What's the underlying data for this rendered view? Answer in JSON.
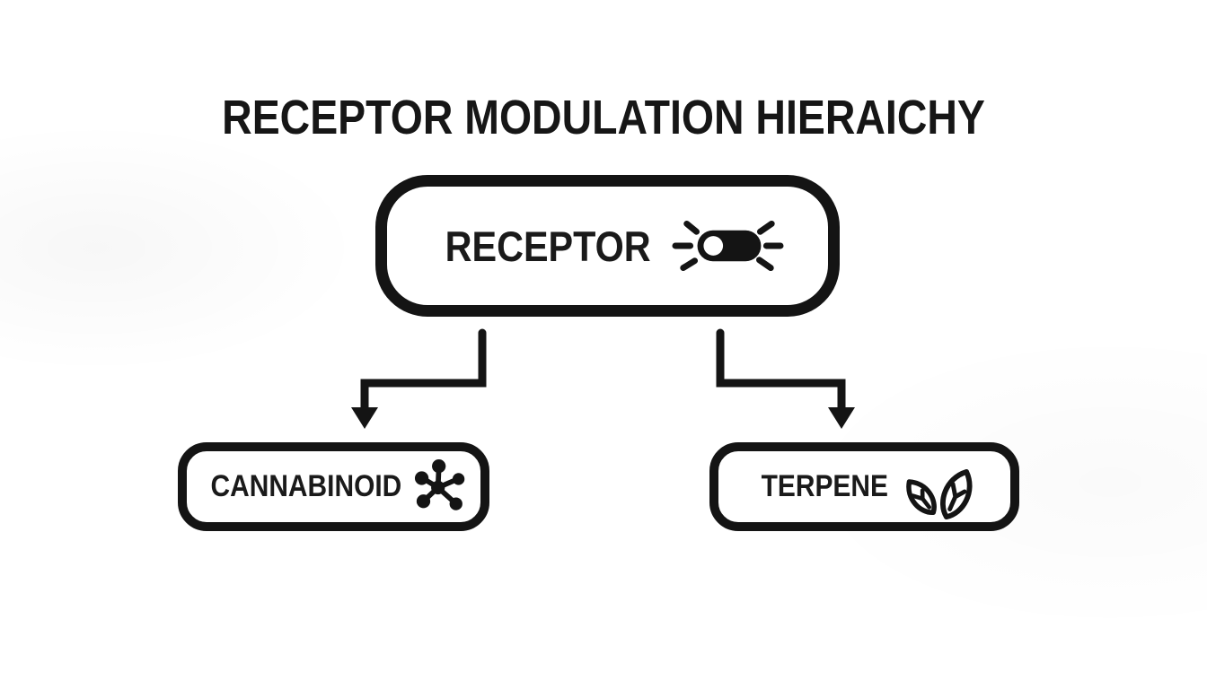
{
  "title": "RECEPTOR MODULATION HIERAICHY",
  "diagram": {
    "root": {
      "label": "RECEPTOR",
      "icon": "toggle-switch-icon"
    },
    "children": [
      {
        "label": "CANNABINOID",
        "icon": "molecule-icon"
      },
      {
        "label": "TERPENE",
        "icon": "leaf-icon"
      }
    ]
  },
  "colors": {
    "ink": "#161616",
    "background": "#ffffff"
  }
}
